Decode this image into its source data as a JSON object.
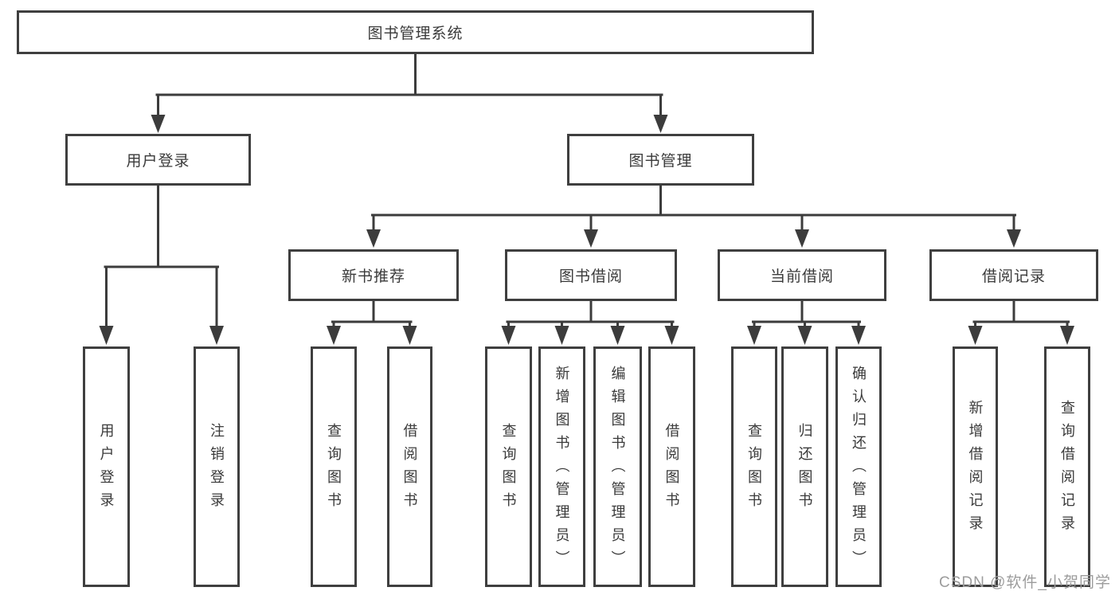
{
  "colors": {
    "line": "#3c3c3c",
    "box_border": "#3f3f3f",
    "box_text": "#3a3a3a",
    "watermark_text": "#9c9c9c",
    "background": "#ffffff"
  },
  "watermark": {
    "text": "CSDN @软件_小贺同学"
  },
  "tree": {
    "label": "图书管理系统",
    "children": [
      {
        "label": "用户登录",
        "children": [
          {
            "label": "用户登录"
          },
          {
            "label": "注销登录"
          }
        ]
      },
      {
        "label": "图书管理",
        "children": [
          {
            "label": "新书推荐",
            "children": [
              {
                "label": "查询图书"
              },
              {
                "label": "借阅图书"
              }
            ]
          },
          {
            "label": "图书借阅",
            "children": [
              {
                "label": "查询图书"
              },
              {
                "label": "新增图书（管理员）"
              },
              {
                "label": "编辑图书（管理员）"
              },
              {
                "label": "借阅图书"
              }
            ]
          },
          {
            "label": "当前借阅",
            "children": [
              {
                "label": "查询图书"
              },
              {
                "label": "归还图书"
              },
              {
                "label": "确认归还（管理员）"
              }
            ]
          },
          {
            "label": "借阅记录",
            "children": [
              {
                "label": "新增借阅记录"
              },
              {
                "label": "查询借阅记录"
              }
            ]
          }
        ]
      }
    ]
  }
}
